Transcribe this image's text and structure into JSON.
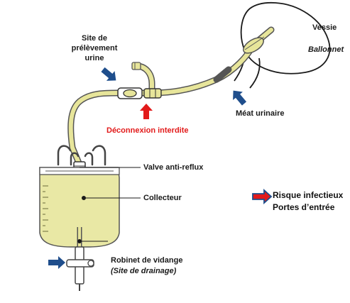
{
  "labels": {
    "vessie": "Vessie",
    "ballonnet": "Ballonnet",
    "site_line1": "Site de",
    "site_line2": "prélèvement",
    "site_line3": "urine",
    "meat": "Méat urinaire",
    "deconnexion": "Déconnexion interdite",
    "valve": "Valve anti-reflux",
    "collecteur": "Collecteur",
    "robinet": "Robinet de vidange",
    "site_drainage": "(Site de drainage)"
  },
  "legend": {
    "line1": "Risque infectieux",
    "line2": "Portes d’entrée"
  },
  "colors": {
    "tube": "#e7e59a",
    "tube_stroke": "#555555",
    "bag_fill": "#e9e8a5",
    "arrow_blue": "#1f4e8c",
    "arrow_red": "#e21a1a",
    "text": "#1a1a1a"
  }
}
